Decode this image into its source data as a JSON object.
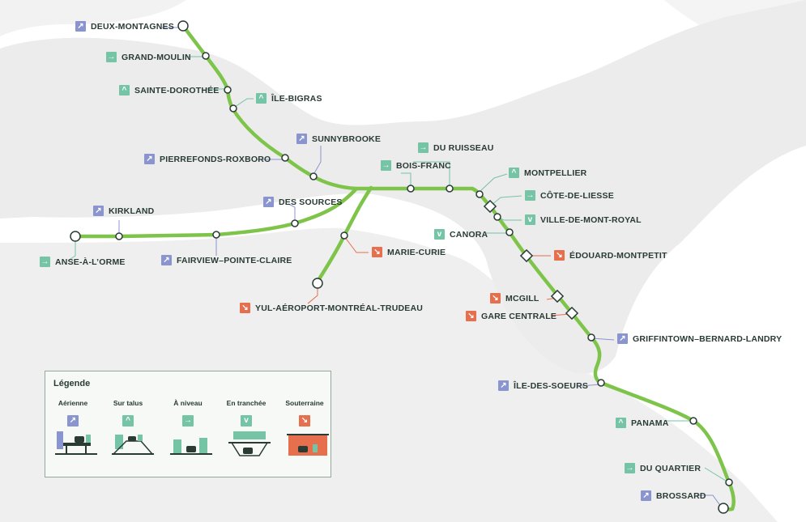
{
  "colors": {
    "line": "#7fc44a",
    "land": "#e9eae9",
    "text": "#2a3b36",
    "aerial": "#8a95cf",
    "talus": "#76c4a6",
    "level": "#76c4a6",
    "trench": "#76c4a6",
    "underground": "#e66f4e"
  },
  "icons": {
    "aerienne": "arrow-up-right-icon",
    "talus": "chevron-up-icon",
    "niveau": "arrow-right-icon",
    "tranchee": "chevron-down-icon",
    "souterraine": "arrow-down-right-icon"
  },
  "stations": [
    {
      "name": "DEUX-MONTAGNES",
      "type": "a"
    },
    {
      "name": "GRAND-MOULIN",
      "type": "n"
    },
    {
      "name": "SAINTE-DOROTHÉE",
      "type": "t"
    },
    {
      "name": "ÎLE-BIGRAS",
      "type": "t"
    },
    {
      "name": "SUNNYBROOKE",
      "type": "a"
    },
    {
      "name": "PIERREFONDS-ROXBORO",
      "type": "a"
    },
    {
      "name": "DU RUISSEAU",
      "type": "n"
    },
    {
      "name": "BOIS-FRANC",
      "type": "n"
    },
    {
      "name": "MONTPELLIER",
      "type": "t"
    },
    {
      "name": "CÔTE-DE-LIESSE",
      "type": "n"
    },
    {
      "name": "VILLE-DE-MONT-ROYAL",
      "type": "c"
    },
    {
      "name": "CANORA",
      "type": "c"
    },
    {
      "name": "ÉDOUARD-MONTPETIT",
      "type": "s"
    },
    {
      "name": "MCGILL",
      "type": "s"
    },
    {
      "name": "GARE CENTRALE",
      "type": "s"
    },
    {
      "name": "GRIFFINTOWN–BERNARD-LANDRY",
      "type": "a"
    },
    {
      "name": "ÎLE-DES-SOEURS",
      "type": "a"
    },
    {
      "name": "PANAMA",
      "type": "t"
    },
    {
      "name": "DU QUARTIER",
      "type": "n"
    },
    {
      "name": "BROSSARD",
      "type": "a"
    },
    {
      "name": "DES SOURCES",
      "type": "a"
    },
    {
      "name": "KIRKLAND",
      "type": "a"
    },
    {
      "name": "ANSE-À-L’ORME",
      "type": "n"
    },
    {
      "name": "FAIRVIEW–POINTE-CLAIRE",
      "type": "a"
    },
    {
      "name": "MARIE-CURIE",
      "type": "s"
    },
    {
      "name": "YUL-AÉROPORT-MONTRÉAL-TRUDEAU",
      "type": "s"
    }
  ],
  "legend": {
    "title": "Légende",
    "items": [
      {
        "label": "Aérienne",
        "type": "a"
      },
      {
        "label": "Sur talus",
        "type": "t"
      },
      {
        "label": "À niveau",
        "type": "n"
      },
      {
        "label": "En tranchée",
        "type": "c"
      },
      {
        "label": "Souterraine",
        "type": "s"
      }
    ]
  }
}
